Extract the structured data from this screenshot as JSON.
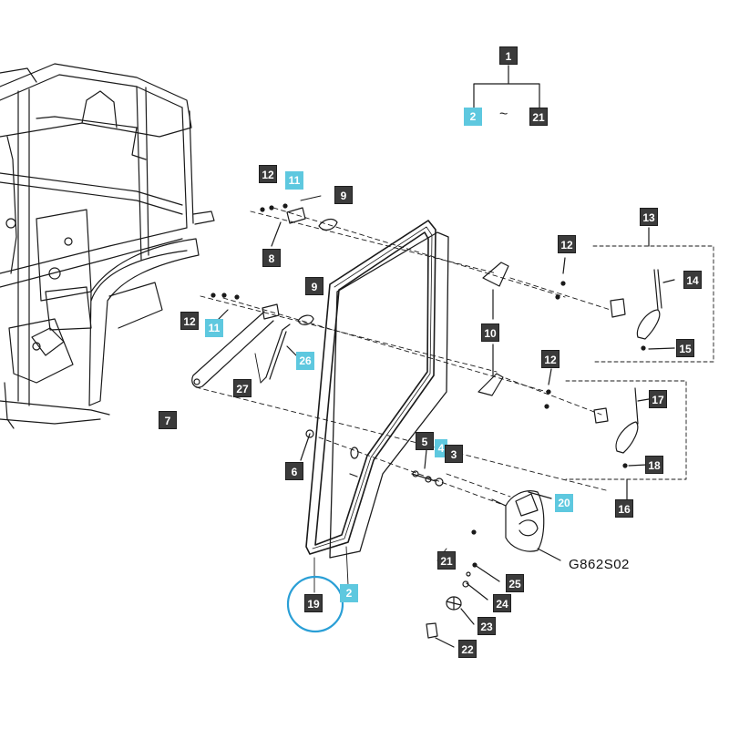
{
  "diagram": {
    "drawing_code": "G862S02",
    "range_separator": "~",
    "colors": {
      "line": "#1a1a1a",
      "dark_label": "#3b3b3b",
      "blue_label": "#5ec8df",
      "highlight_ring": "#2a9fd6"
    },
    "highlighted_part": "19",
    "range": {
      "parent": "1",
      "from": "2",
      "to": "21"
    },
    "callouts": [
      {
        "id": "c1",
        "text": "1",
        "style": "dark"
      },
      {
        "id": "c2a",
        "text": "2",
        "style": "blue"
      },
      {
        "id": "c21a",
        "text": "21",
        "style": "dark"
      },
      {
        "id": "c12a",
        "text": "12",
        "style": "dark"
      },
      {
        "id": "c11a",
        "text": "11",
        "style": "blue"
      },
      {
        "id": "c9a",
        "text": "9",
        "style": "dark"
      },
      {
        "id": "c8",
        "text": "8",
        "style": "dark"
      },
      {
        "id": "c13",
        "text": "13",
        "style": "dark"
      },
      {
        "id": "c12b",
        "text": "12",
        "style": "dark"
      },
      {
        "id": "c14",
        "text": "14",
        "style": "dark"
      },
      {
        "id": "c9b",
        "text": "9",
        "style": "dark"
      },
      {
        "id": "c12c",
        "text": "12",
        "style": "dark"
      },
      {
        "id": "c11b",
        "text": "11",
        "style": "blue"
      },
      {
        "id": "c10",
        "text": "10",
        "style": "dark"
      },
      {
        "id": "c15",
        "text": "15",
        "style": "dark"
      },
      {
        "id": "c26",
        "text": "26",
        "style": "blue"
      },
      {
        "id": "c27",
        "text": "27",
        "style": "dark"
      },
      {
        "id": "c12d",
        "text": "12",
        "style": "dark"
      },
      {
        "id": "c17",
        "text": "17",
        "style": "dark"
      },
      {
        "id": "c7",
        "text": "7",
        "style": "dark"
      },
      {
        "id": "c5",
        "text": "5",
        "style": "dark"
      },
      {
        "id": "c4",
        "text": "4",
        "style": "blue"
      },
      {
        "id": "c3",
        "text": "3",
        "style": "dark"
      },
      {
        "id": "c6",
        "text": "6",
        "style": "dark"
      },
      {
        "id": "c18",
        "text": "18",
        "style": "dark"
      },
      {
        "id": "c20",
        "text": "20",
        "style": "blue"
      },
      {
        "id": "c16",
        "text": "16",
        "style": "dark"
      },
      {
        "id": "c21b",
        "text": "21",
        "style": "dark"
      },
      {
        "id": "c25",
        "text": "25",
        "style": "dark"
      },
      {
        "id": "c19",
        "text": "19",
        "style": "dark"
      },
      {
        "id": "c2b",
        "text": "2",
        "style": "blue"
      },
      {
        "id": "c24",
        "text": "24",
        "style": "dark"
      },
      {
        "id": "c23",
        "text": "23",
        "style": "dark"
      },
      {
        "id": "c22",
        "text": "22",
        "style": "dark"
      }
    ]
  }
}
